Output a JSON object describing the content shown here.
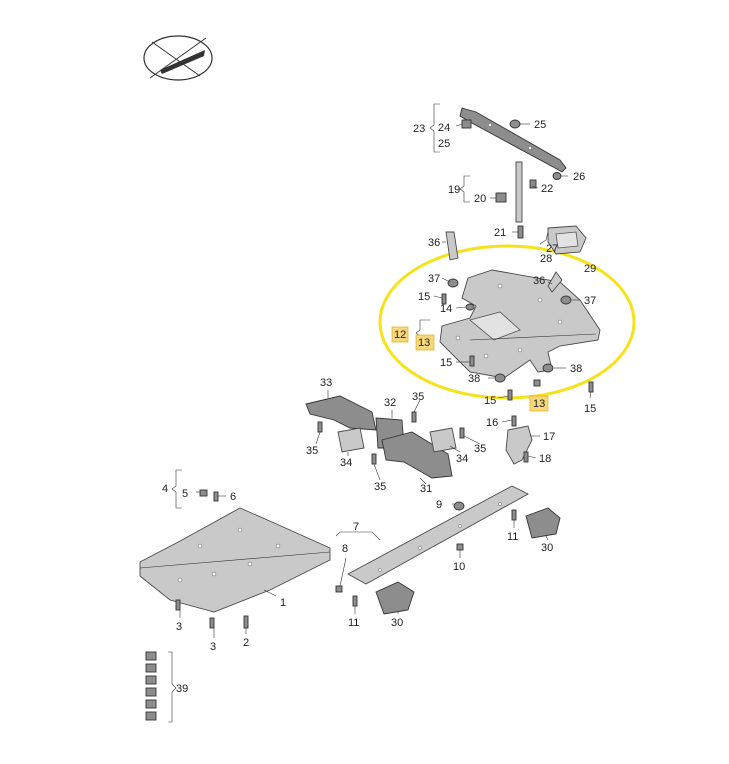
{
  "callouts": {
    "c1": "1",
    "c2": "2",
    "c3a": "3",
    "c3b": "3",
    "c4": "4",
    "c5": "5",
    "c6": "6",
    "c7": "7",
    "c8": "8",
    "c9": "9",
    "c10": "10",
    "c11a": "11",
    "c11b": "11",
    "c12": "12",
    "c13a": "13",
    "c13b": "13",
    "c14": "14",
    "c15a": "15",
    "c15b": "15",
    "c15c": "15",
    "c15d": "15",
    "c16": "16",
    "c17": "17",
    "c18": "18",
    "c19": "19",
    "c20": "20",
    "c21": "21",
    "c22": "22",
    "c23": "23",
    "c24": "24",
    "c25a": "25",
    "c25b": "25",
    "c26": "26",
    "c27": "27",
    "c28": "28",
    "c29": "29",
    "c30a": "30",
    "c30b": "30",
    "c31": "31",
    "c32": "32",
    "c33": "33",
    "c34a": "34",
    "c34b": "34",
    "c35a": "35",
    "c35b": "35",
    "c35c": "35",
    "c35d": "35",
    "c36a": "36",
    "c36b": "36",
    "c37a": "37",
    "c37b": "37",
    "c38a": "38",
    "c38b": "38",
    "c39": "39"
  },
  "colors": {
    "highlight_ellipse": "#f5e21a",
    "highlight_label_bg": "#f6d77a",
    "part_fill": "#c9c9c9",
    "part_dark": "#8d8d8d"
  },
  "icons": {
    "logo": "crossed-ellipse-icon"
  }
}
